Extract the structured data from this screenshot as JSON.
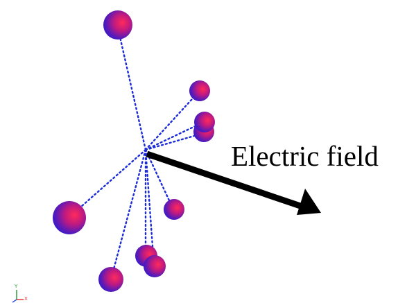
{
  "figure": {
    "field_label": "Electric field"
  },
  "axes_triad": {
    "y_label": "Y",
    "x_label": "X",
    "colors": {
      "y": "#2e9d3a",
      "x": "#e8353b",
      "z": "#3550e0"
    }
  },
  "colors": {
    "sphere_inner": "#ff2a5a",
    "sphere_mid": "#8a1aa8",
    "sphere_outer": "#2a1ad0",
    "bond_dots": "#1a2ad8",
    "arrow": "#000000"
  }
}
